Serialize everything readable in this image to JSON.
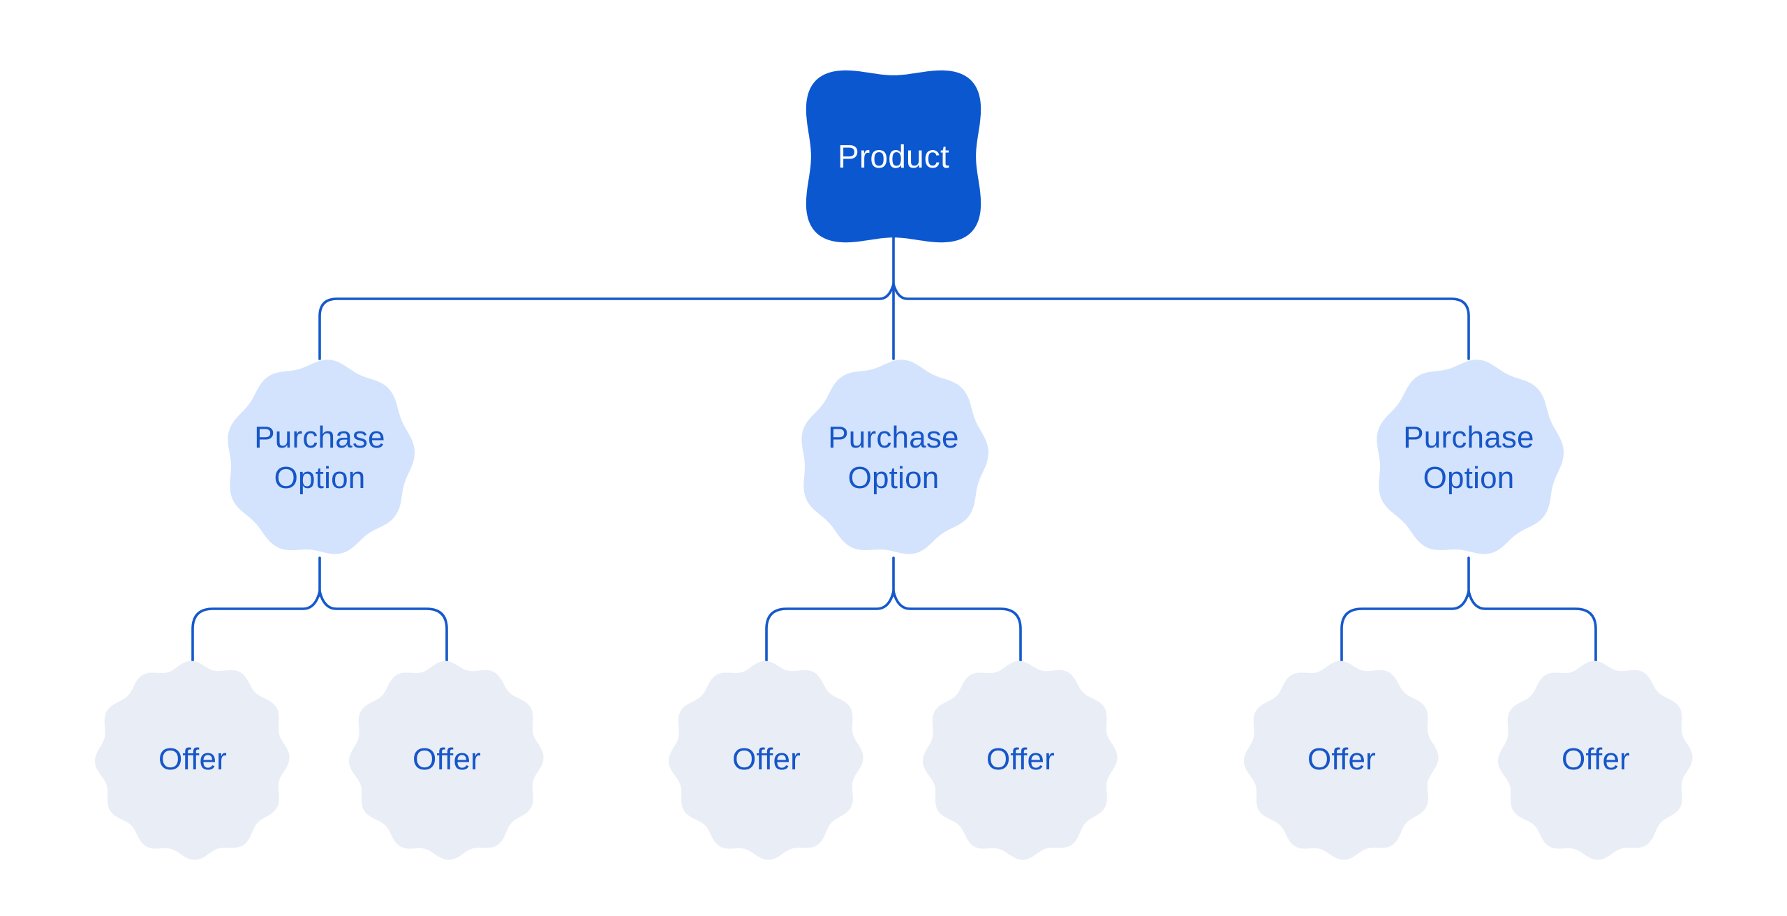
{
  "colors": {
    "background": "#ffffff",
    "product_fill": "#0b57d0",
    "product_text": "#ffffff",
    "option_fill": "#d3e3fd",
    "offer_fill": "#e9edf6",
    "label_text": "#1656c8",
    "connector": "#1659cb"
  },
  "tree": {
    "root": {
      "label": "Product"
    },
    "options": [
      {
        "label": "Purchase Option",
        "offers": [
          {
            "label": "Offer"
          },
          {
            "label": "Offer"
          }
        ]
      },
      {
        "label": "Purchase Option",
        "offers": [
          {
            "label": "Offer"
          },
          {
            "label": "Offer"
          }
        ]
      },
      {
        "label": "Purchase Option",
        "offers": [
          {
            "label": "Offer"
          },
          {
            "label": "Offer"
          }
        ]
      }
    ]
  }
}
